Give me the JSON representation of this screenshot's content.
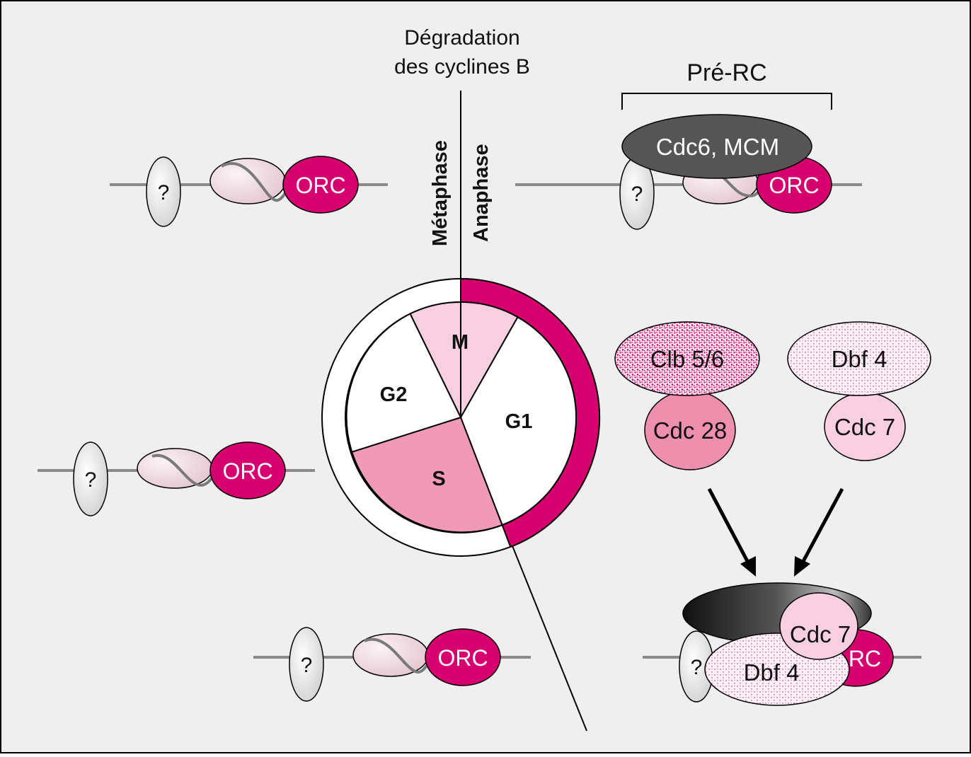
{
  "colors": {
    "background": "#efefef",
    "magenta": "#d6006e",
    "pink_light": "#f7cfe0",
    "pink_medium": "#f09ab8",
    "pink_cdc28": "#ee8fae",
    "gray_dark": "#555555",
    "line_gray": "#8a8a8a"
  },
  "labels": {
    "degradation_line1": "Dégradation",
    "degradation_line2": "des cyclines B",
    "metaphase": "Métaphase",
    "anaphase": "Anaphase",
    "pre_rc": "Pré-RC"
  },
  "cycle": {
    "phases": {
      "m": "M",
      "g1": "G1",
      "s": "S",
      "g2": "G2"
    }
  },
  "complexes": {
    "orc": "ORC",
    "unknown": "?",
    "cdc6_mcm": "Cdc6, MCM",
    "clb": "Clb 5/6",
    "cdc28": "Cdc 28",
    "dbf4": "Dbf 4",
    "cdc7": "Cdc 7",
    "orc_partial": "RC"
  }
}
